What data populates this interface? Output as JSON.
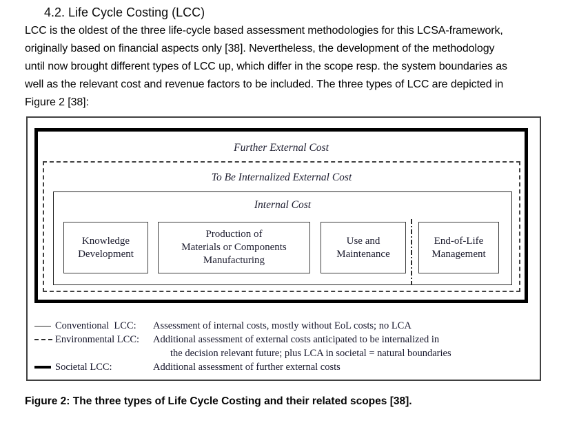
{
  "page": {
    "heading": "4.2. Life Cycle Costing (LCC)",
    "paragraph_lines": [
      "LCC is the oldest of the three life-cycle based assessment methodologies for this LCSA-framework,",
      "originally based on financial aspects only [38]. Nevertheless, the development of the methodology",
      "until now brought different types of LCC up, which differ in the scope resp. the system boundaries as",
      "well as the relevant cost and revenue factors to be included.  The three types of LCC are depicted in",
      "Figure 2 [38]:"
    ],
    "caption": "Figure 2: The three types of Life Cycle Costing and their related scopes [38]."
  },
  "figure": {
    "scopes": {
      "further_external": "Further External Cost",
      "to_be_internalized": "To Be Internalized External Cost",
      "internal": "Internal Cost"
    },
    "stages": [
      {
        "name": "knowledge-development",
        "lines": [
          "Knowledge",
          "Development"
        ]
      },
      {
        "name": "production-manufacturing",
        "lines": [
          "Production of",
          "Materials or Components",
          "Manufacturing"
        ]
      },
      {
        "name": "use-and-maintenance",
        "lines": [
          "Use and",
          "Maintenance"
        ]
      },
      {
        "name": "end-of-life-management",
        "lines": [
          "End-of-Life",
          "Management"
        ]
      }
    ],
    "legend": {
      "rows": [
        {
          "swatch": "thin-solid-line",
          "label": "Conventional  LCC:",
          "desc": "Assessment of internal costs, mostly without EoL costs; no LCA"
        },
        {
          "swatch": "dashed-line",
          "label": "Environmental LCC:",
          "desc": "Additional assessment of external costs anticipated to be internalized in"
        },
        {
          "swatch": "none",
          "label": "",
          "desc": "the decision relevant future; plus LCA in societal = natural boundaries"
        },
        {
          "swatch": "thick-solid-line",
          "label": "Societal LCC:",
          "desc": "Additional assessment of further external costs"
        }
      ]
    },
    "colors": {
      "ink": "#1c1c2e",
      "societal_border": "#000000",
      "environmental_border": "#3f3f3f",
      "internal_border": "#222222",
      "frame_border": "#404040"
    }
  }
}
